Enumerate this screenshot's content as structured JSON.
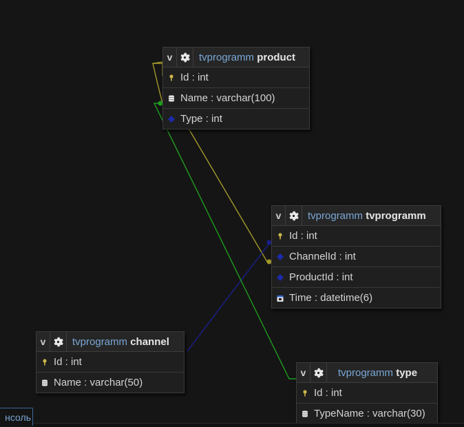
{
  "colors": {
    "background": "#151515",
    "link_yellow": "#a39a2a",
    "link_green": "#1f9e1f",
    "link_blue": "#1a1f8c",
    "key_icon": "#c9b54a",
    "schema_text": "#7aa7d6"
  },
  "header": {
    "toggle_label": "v",
    "gear_icon": "gear-icon"
  },
  "tables": {
    "product": {
      "schema": "tvprogramm",
      "name": "product",
      "fields": [
        {
          "label": "Id : int",
          "icon": "key-icon"
        },
        {
          "label": "Name : varchar(100)",
          "icon": "column-icon"
        },
        {
          "label": "Type : int",
          "icon": "foreign-key-icon"
        }
      ]
    },
    "tvprogramm": {
      "schema": "tvprogramm",
      "name": "tvprogramm",
      "fields": [
        {
          "label": "Id : int",
          "icon": "key-icon"
        },
        {
          "label": "ChannelId : int",
          "icon": "foreign-key-icon"
        },
        {
          "label": "ProductId : int",
          "icon": "foreign-key-icon"
        },
        {
          "label": "Time : datetime(6)",
          "icon": "datetime-icon"
        }
      ]
    },
    "channel": {
      "schema": "tvprogramm",
      "name": "channel",
      "fields": [
        {
          "label": "Id : int",
          "icon": "key-icon"
        },
        {
          "label": "Name : varchar(50)",
          "icon": "column-icon"
        }
      ]
    },
    "type": {
      "schema": "tvprogramm",
      "name": "type",
      "fields": [
        {
          "label": "Id : int",
          "icon": "key-icon"
        },
        {
          "label": "TypeName : varchar(30)",
          "icon": "column-icon"
        }
      ]
    }
  },
  "console_tab": {
    "label": "нсоль"
  }
}
